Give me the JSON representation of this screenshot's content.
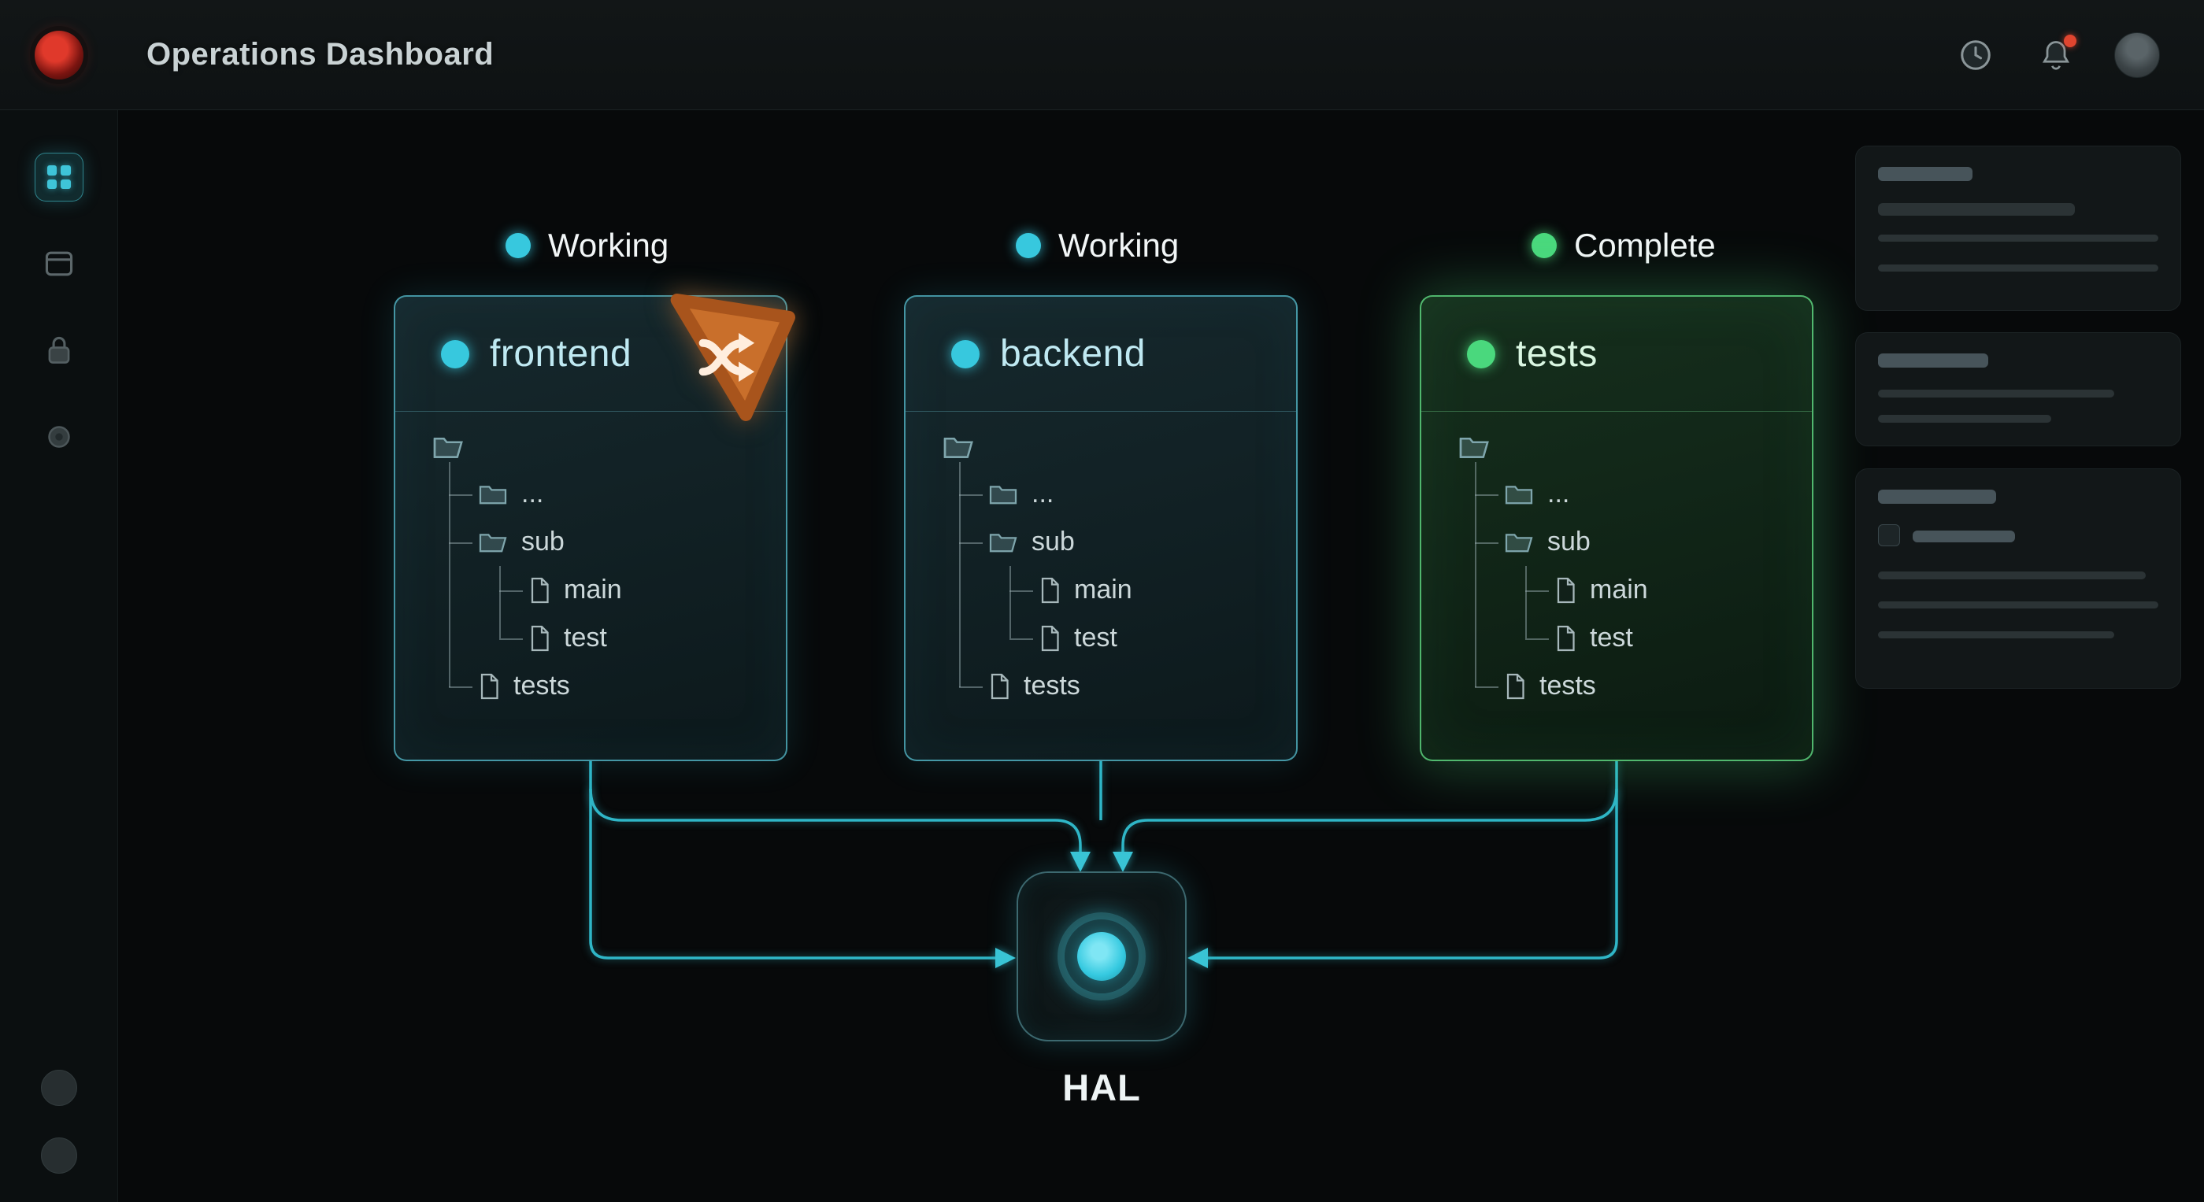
{
  "app": {
    "title": "Operations Dashboard"
  },
  "canvas": {
    "panels": [
      {
        "id": "frontend",
        "status": "Working",
        "title": "frontend",
        "badge_icon": "shuffle-icon",
        "tree": {
          "ellipsis": "...",
          "sub": "sub",
          "main": "main",
          "test": "test",
          "tests": "tests"
        }
      },
      {
        "id": "backend",
        "status": "Working",
        "title": "backend",
        "tree": {
          "ellipsis": "...",
          "sub": "sub",
          "main": "main",
          "test": "test",
          "tests": "tests"
        }
      },
      {
        "id": "tests",
        "status": "Complete",
        "title": "tests",
        "tree": {
          "ellipsis": "...",
          "sub": "sub",
          "main": "main",
          "test": "test",
          "tests": "tests"
        }
      }
    ],
    "hub": {
      "label": "HAL"
    }
  },
  "icons": {
    "logo": "record-logo-icon",
    "header": [
      "clock-icon",
      "bell-icon",
      "avatar"
    ],
    "sidebar": [
      "dashboard-grid-icon",
      "window-icon",
      "lock-icon",
      "settings-icon",
      "help-icon",
      "user-icon"
    ]
  },
  "colors": {
    "accent_cyan": "#35c9e0",
    "accent_green": "#4ad87d",
    "accent_orange": "#d2742f",
    "alert_red": "#e0452f"
  }
}
